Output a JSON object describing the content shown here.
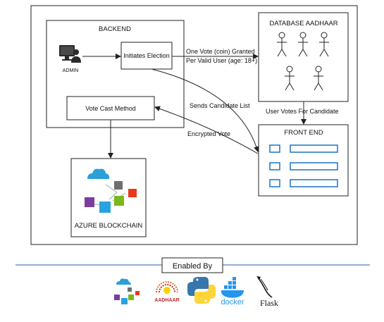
{
  "diagram": {
    "backend_title": "BACKEND",
    "admin_label": "ADMIN",
    "initiates_election": "Initiates Election",
    "vote_cast_method": "Vote Cast Method",
    "database_title": "DATABASE AADHAAR",
    "front_end_title": "FRONT END",
    "azure_blockchain": "AZURE BLOCKCHAIN",
    "edge_one_vote_line1": "One Vote (coin) Granted",
    "edge_one_vote_line2": "Per Valid User (age: 18+)",
    "edge_sends_candidate_list": "Sends Candidate List",
    "edge_user_votes": "User Votes For Candidate",
    "edge_encrypted_vote": "Encrypted Vote"
  },
  "footer": {
    "enabled_by": "Enabled By",
    "logos": [
      {
        "icon": "azure-blockchain-icon"
      },
      {
        "icon": "aadhaar-logo",
        "text": "AADHAAR"
      },
      {
        "icon": "python-logo"
      },
      {
        "icon": "docker-logo",
        "text": "docker"
      },
      {
        "icon": "flask-logo",
        "text": "Flask"
      }
    ]
  },
  "colors": {
    "line": "#222222",
    "frontend_blue": "#1a73c9",
    "enabled_line": "#2e5fa8",
    "python_blue": "#3776ab",
    "python_yellow": "#ffd43b",
    "docker_blue": "#2496ed",
    "aadhaar_orange": "#e8711c",
    "aadhaar_red": "#c0262d"
  }
}
